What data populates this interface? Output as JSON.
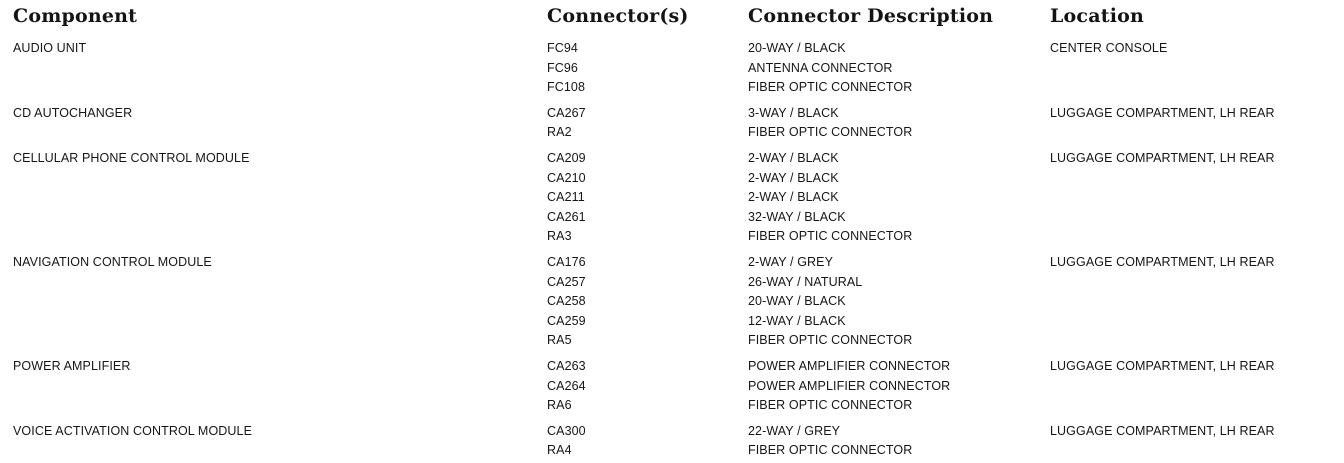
{
  "headers": {
    "component": "Component",
    "connectors": "Connector(s)",
    "description": "Connector Description",
    "location": "Location"
  },
  "rows": [
    {
      "component": "AUDIO UNIT",
      "location": "CENTER CONSOLE",
      "connectors": [
        {
          "id": "FC94",
          "desc": "20-WAY / BLACK"
        },
        {
          "id": "FC96",
          "desc": "ANTENNA CONNECTOR"
        },
        {
          "id": "FC108",
          "desc": "FIBER OPTIC CONNECTOR"
        }
      ]
    },
    {
      "component": "CD AUTOCHANGER",
      "location": "LUGGAGE COMPARTMENT, LH REAR",
      "connectors": [
        {
          "id": "CA267",
          "desc": "3-WAY / BLACK"
        },
        {
          "id": "RA2",
          "desc": "FIBER OPTIC CONNECTOR"
        }
      ]
    },
    {
      "component": "CELLULAR PHONE CONTROL MODULE",
      "location": "LUGGAGE COMPARTMENT, LH REAR",
      "connectors": [
        {
          "id": "CA209",
          "desc": "2-WAY / BLACK"
        },
        {
          "id": "CA210",
          "desc": "2-WAY / BLACK"
        },
        {
          "id": "CA211",
          "desc": "2-WAY / BLACK"
        },
        {
          "id": "CA261",
          "desc": "32-WAY / BLACK"
        },
        {
          "id": "RA3",
          "desc": "FIBER OPTIC CONNECTOR"
        }
      ]
    },
    {
      "component": "NAVIGATION CONTROL MODULE",
      "location": "LUGGAGE COMPARTMENT, LH REAR",
      "connectors": [
        {
          "id": "CA176",
          "desc": "2-WAY / GREY"
        },
        {
          "id": "CA257",
          "desc": "26-WAY / NATURAL"
        },
        {
          "id": "CA258",
          "desc": "20-WAY / BLACK"
        },
        {
          "id": "CA259",
          "desc": "12-WAY / BLACK"
        },
        {
          "id": "RA5",
          "desc": "FIBER OPTIC CONNECTOR"
        }
      ]
    },
    {
      "component": "POWER AMPLIFIER",
      "location": "LUGGAGE COMPARTMENT, LH REAR",
      "connectors": [
        {
          "id": "CA263",
          "desc": "POWER AMPLIFIER CONNECTOR"
        },
        {
          "id": "CA264",
          "desc": "POWER AMPLIFIER CONNECTOR"
        },
        {
          "id": "RA6",
          "desc": "FIBER OPTIC CONNECTOR"
        }
      ]
    },
    {
      "component": "VOICE ACTIVATION CONTROL MODULE",
      "location": "LUGGAGE COMPARTMENT, LH REAR",
      "connectors": [
        {
          "id": "CA300",
          "desc": "22-WAY / GREY"
        },
        {
          "id": "RA4",
          "desc": "FIBER OPTIC CONNECTOR"
        }
      ]
    }
  ]
}
